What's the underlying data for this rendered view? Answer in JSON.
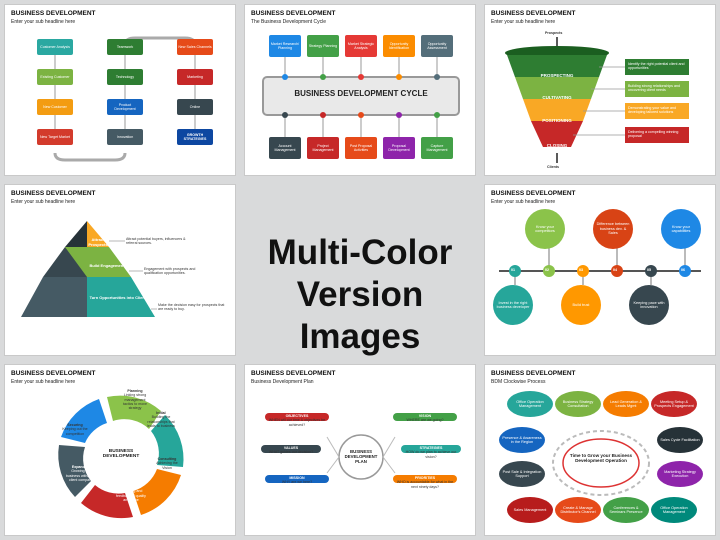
{
  "center": {
    "line1": "Multi-Color",
    "line2": "Version Images"
  },
  "slides": {
    "s1": {
      "title": "BUSINESS DEVELOPMENT",
      "subtitle": "Enter your sub headline here",
      "items": [
        "Customer Analysis",
        "Existing Customer",
        "New Customer",
        "New Target Market",
        "Teamwork",
        "Technology",
        "Product Development",
        "Innovation",
        "New Sales Channels",
        "Marketing",
        "Online",
        "GROWTH STRATEGIES"
      ]
    },
    "s2": {
      "title": "BUSINESS DEVELOPMENT",
      "subtitle": "The Business Development Cycle",
      "center": "BUSINESS DEVELOPMENT CYCLE",
      "top": [
        "Market Research/ Planning",
        "Strategy Planning",
        "Market Strategic Analysis",
        "Opportunity Identification",
        "Opportunity Assessment"
      ],
      "bottom": [
        "Account Management",
        "Project Management",
        "Post Proposal Activities",
        "Proposal Development",
        "Capture Management"
      ]
    },
    "s3": {
      "title": "BUSINESS DEVELOPMENT",
      "subtitle": "Enter your sub headline here",
      "top": "Prospects",
      "bottom": "Clients",
      "stages": [
        "PROSPECTING",
        "CULTIVATING",
        "POSITIONING",
        "CLOSING"
      ],
      "notes": [
        "Identify the right potential client and opportunities",
        "Building strong relationships and uncovering client needs",
        "Demonstrating your value and developing tailored solutions",
        "Delivering a compelling winning proposal"
      ]
    },
    "s4": {
      "title": "BUSINESS DEVELOPMENT",
      "subtitle": "Enter your sub headline here",
      "levels": [
        "Attract Prospects",
        "Build Engagement",
        "Turn Opportunities into Clients"
      ],
      "notes": [
        "Attract potential buyers, influencers & referral sources.",
        "Engagement with prospects and qualification opportunities.",
        "Make the decision easy for prospects that are ready to buy."
      ]
    },
    "s5": {
      "title": "BUSINESS DEVELOPMENT",
      "subtitle": "Enter your sub headline here",
      "nums": [
        "01",
        "02",
        "03",
        "04",
        "05",
        "06"
      ],
      "circles": [
        "Invest in the right business developer",
        "Know your competitors",
        "Build trust",
        "Difference between business dev. & Sales",
        "Keeping pace with innovation",
        "Know your capabilities"
      ]
    },
    "s6": {
      "title": "BUSINESS DEVELOPMENT",
      "subtitle": "Enter your sub headline here",
      "center": "BUSINESS DEVELOPMENT",
      "steps": [
        {
          "name": "Planning",
          "desc": "Linking strong management tactics to move strategy"
        },
        {
          "name": "Initial",
          "desc": "Building the relationships that leads to business"
        },
        {
          "name": "Consulting",
          "desc": "Achieving the Vision"
        },
        {
          "name": "Delivery",
          "desc": "Managing and feedback of quality and value"
        },
        {
          "name": "Expanding",
          "desc": "Growing the business within the client company"
        },
        {
          "name": "Securing",
          "desc": "Keeping out the competition"
        }
      ]
    },
    "s7": {
      "title": "BUSINESS DEVELOPMENT",
      "subtitle": "Business Development Plan",
      "center": "BUSINESS DEVELOPMENT PLAN",
      "left": [
        {
          "name": "OBJECTIVES",
          "desc": "WHEN will our time & objectives be achieved?"
        },
        {
          "name": "VALUES",
          "desc": "WHAT guides our decision?"
        },
        {
          "name": "MISSION",
          "desc": "WHY are we here?"
        }
      ],
      "right": [
        {
          "name": "VISION",
          "desc": "WHERE are we going?"
        },
        {
          "name": "STRATEGIES",
          "desc": "HOW do we plan to achieve our vision?"
        },
        {
          "name": "PRIORITIES",
          "desc": "WHO is accountable for what in the next ninety days?"
        }
      ]
    },
    "s8": {
      "title": "BUSINESS DEVELOPMENT",
      "subtitle": "BDM Clockwise Process",
      "center": "Time to Grow your Business Development Operation",
      "items": [
        "Office Operation Management",
        "Business Strategy Consultation",
        "Lead Generation & Leads Mgmt",
        "Meeting Setup & Prospects Engagement",
        "Presence & Awareness in the Region",
        "Sales Cycle Facilitation",
        "Post Sale & Integration Support",
        "Marketing Strategy Execution",
        "Sales Management",
        "Create & Manage Distributor's Channel",
        "Conferences & Seminars Presence",
        "Office Operation Management"
      ]
    }
  }
}
